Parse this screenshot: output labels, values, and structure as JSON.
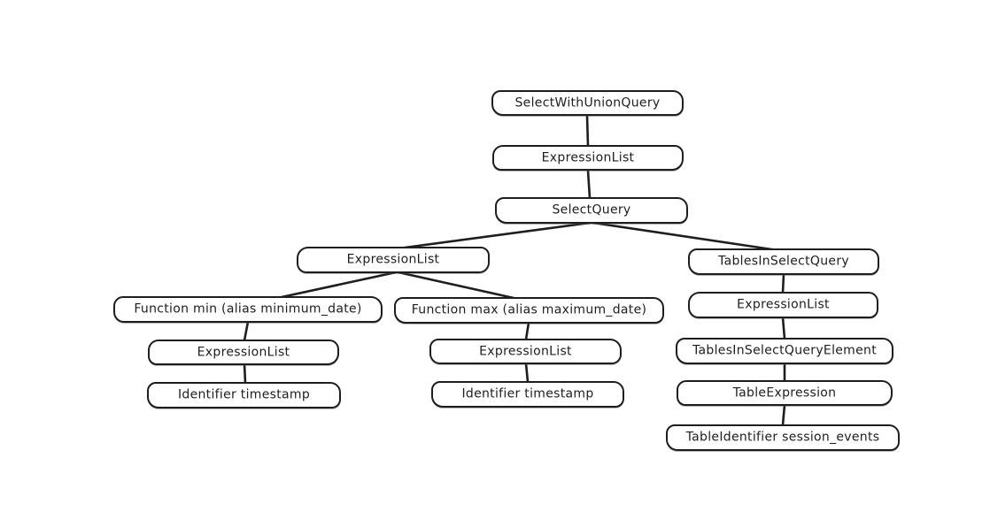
{
  "diagram": {
    "type": "tree",
    "style": "hand-drawn",
    "stroke_color": "#1e1e1e",
    "background_color": "#ffffff",
    "nodes": [
      {
        "id": "select-with-union-query",
        "label": "SelectWithUnionQuery"
      },
      {
        "id": "expression-list-root",
        "label": "ExpressionList"
      },
      {
        "id": "select-query",
        "label": "SelectQuery"
      },
      {
        "id": "expression-list-select",
        "label": "ExpressionList"
      },
      {
        "id": "tables-in-select-query",
        "label": "TablesInSelectQuery"
      },
      {
        "id": "function-min",
        "label": "Function min (alias minimum_date)"
      },
      {
        "id": "function-max",
        "label": "Function max (alias maximum_date)"
      },
      {
        "id": "expression-list-min",
        "label": "ExpressionList"
      },
      {
        "id": "identifier-timestamp-min",
        "label": "Identifier timestamp"
      },
      {
        "id": "expression-list-max",
        "label": "ExpressionList"
      },
      {
        "id": "identifier-timestamp-max",
        "label": "Identifier timestamp"
      },
      {
        "id": "expression-list-tables",
        "label": "ExpressionList"
      },
      {
        "id": "tables-in-select-query-element",
        "label": "TablesInSelectQueryElement"
      },
      {
        "id": "table-expression",
        "label": "TableExpression"
      },
      {
        "id": "table-identifier",
        "label": "TableIdentifier session_events"
      }
    ],
    "edges": [
      {
        "from": "select-with-union-query",
        "to": "expression-list-root"
      },
      {
        "from": "expression-list-root",
        "to": "select-query"
      },
      {
        "from": "select-query",
        "to": "expression-list-select"
      },
      {
        "from": "select-query",
        "to": "tables-in-select-query"
      },
      {
        "from": "expression-list-select",
        "to": "function-min"
      },
      {
        "from": "expression-list-select",
        "to": "function-max"
      },
      {
        "from": "function-min",
        "to": "expression-list-min"
      },
      {
        "from": "expression-list-min",
        "to": "identifier-timestamp-min"
      },
      {
        "from": "function-max",
        "to": "expression-list-max"
      },
      {
        "from": "expression-list-max",
        "to": "identifier-timestamp-max"
      },
      {
        "from": "tables-in-select-query",
        "to": "expression-list-tables"
      },
      {
        "from": "expression-list-tables",
        "to": "tables-in-select-query-element"
      },
      {
        "from": "tables-in-select-query-element",
        "to": "table-expression"
      },
      {
        "from": "table-expression",
        "to": "table-identifier"
      }
    ]
  }
}
